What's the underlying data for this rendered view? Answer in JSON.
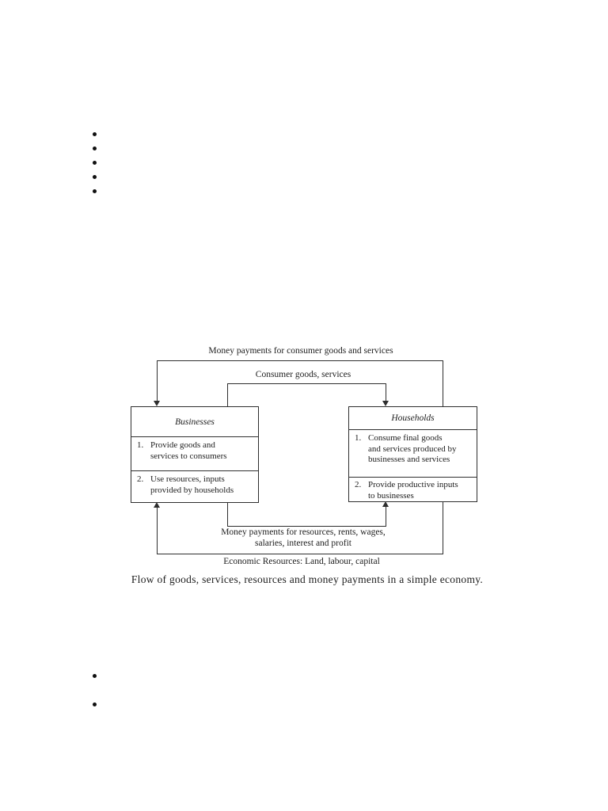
{
  "page": {
    "background": "#ffffff",
    "text_color": "#1d1d1d",
    "line_color": "#2e2e2e"
  },
  "bullet_lists": {
    "top": {
      "count": 5
    },
    "bottom": {
      "count": 2
    }
  },
  "diagram": {
    "outer_top_flow_label": "Money payments for consumer goods and services",
    "inner_top_flow_label": "Consumer goods, services",
    "businesses_box": {
      "title": "Businesses",
      "items": [
        {
          "number": "1.",
          "lines": [
            "Provide goods and",
            "services to consumers"
          ],
          "text": "Provide goods and services to consumers"
        },
        {
          "number": "2.",
          "lines": [
            "Use resources, inputs",
            "provided by households"
          ],
          "text": "Use resources, inputs provided by households"
        }
      ]
    },
    "households_box": {
      "title": "Households",
      "items": [
        {
          "number": "1.",
          "lines": [
            "Consume final goods",
            "and services produced by",
            "businesses and services"
          ],
          "text": "Consume final goods and services produced by businesses and services"
        },
        {
          "number": "2.",
          "lines": [
            "Provide productive inputs",
            "to businesses"
          ],
          "text": "Provide productive inputs to businesses"
        }
      ]
    },
    "inner_bottom_flow_label_line1": "Money payments for resources, rents, wages,",
    "inner_bottom_flow_label_line2": "salaries, interest and profit",
    "outer_bottom_flow_label": "Economic Resources: Land, labour, capital",
    "caption": "Flow of goods, services, resources and money payments in a simple economy."
  }
}
